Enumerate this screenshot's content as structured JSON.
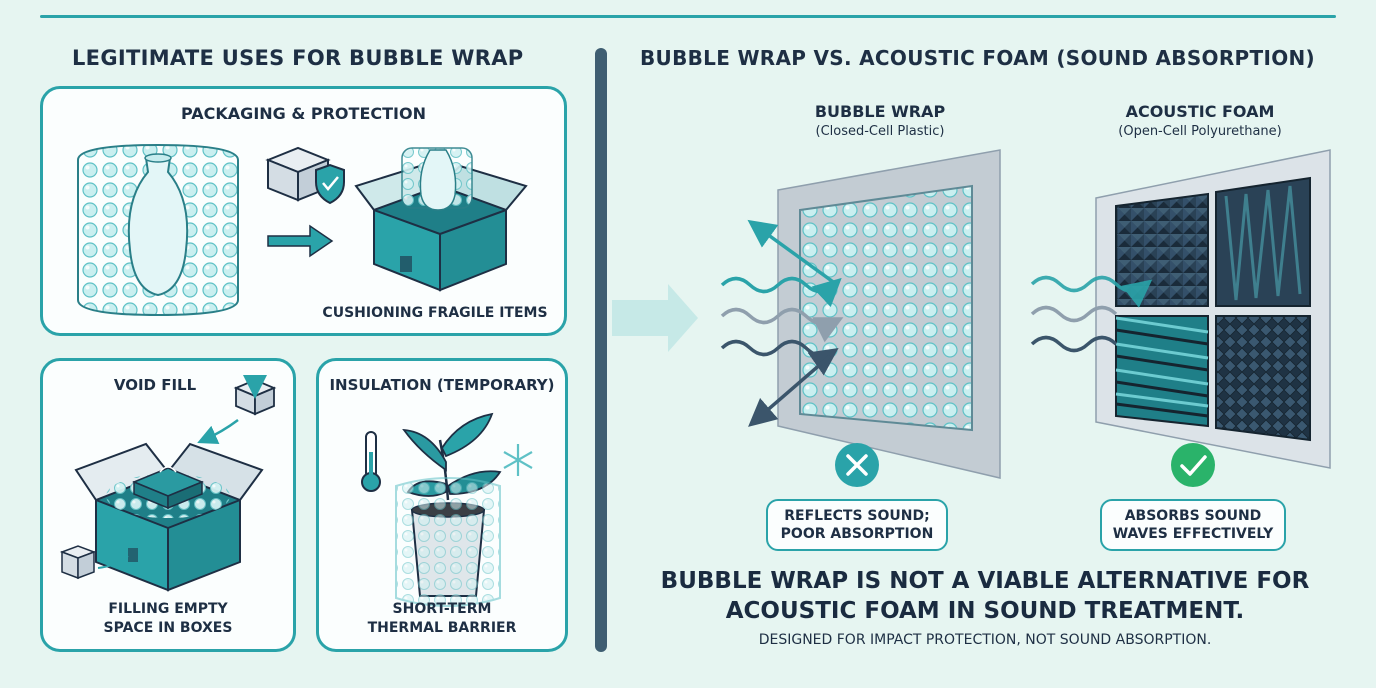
{
  "left": {
    "heading": "LEGITIMATE USES FOR BUBBLE WRAP",
    "packaging": {
      "title": "PACKAGING & PROTECTION",
      "caption": "CUSHIONING FRAGILE ITEMS"
    },
    "void_fill": {
      "title": "VOID FILL",
      "caption_line1": "FILLING EMPTY",
      "caption_line2": "SPACE IN BOXES"
    },
    "insulation": {
      "title": "INSULATION (TEMPORARY)",
      "caption_line1": "SHORT-TERM",
      "caption_line2": "THERMAL BARRIER"
    }
  },
  "right": {
    "heading": "BUBBLE WRAP VS. ACOUSTIC FOAM (SOUND ABSORPTION)",
    "bubble": {
      "title": "BUBBLE WRAP",
      "subtitle": "(Closed-Cell Plastic)",
      "verdict_line1": "REFLECTS SOUND;",
      "verdict_line2": "POOR ABSORPTION",
      "status_icon": "x-circle-icon"
    },
    "foam": {
      "title": "ACOUSTIC FOAM",
      "subtitle": "(Open-Cell Polyurethane)",
      "verdict_line1": "ABSORBS SOUND",
      "verdict_line2": "WAVES EFFECTIVELY",
      "status_icon": "check-circle-icon"
    },
    "conclusion_line1": "BUBBLE WRAP IS NOT A VIABLE ALTERNATIVE FOR",
    "conclusion_line2": "ACOUSTIC FOAM IN SOUND TREATMENT.",
    "note": "DESIGNED FOR IMPACT PROTECTION, NOT SOUND ABSORPTION."
  },
  "colors": {
    "teal": "#2aa3a9",
    "dark": "#1e2f44",
    "bubble": "#b7e8ea",
    "foam": "#24384a",
    "check": "#2ab36a",
    "panel_bg": "#fbfefe",
    "page_bg": "#e6f5f1"
  }
}
